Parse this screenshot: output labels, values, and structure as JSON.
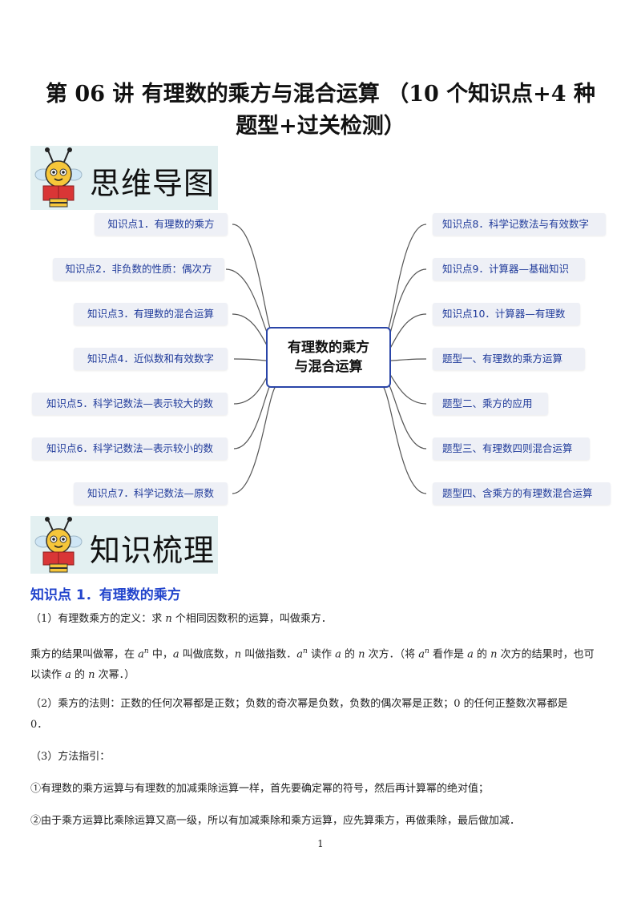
{
  "title": {
    "line1": "第 06 讲  有理数的乘方与混合运算  （10 个知识点+4 种",
    "line2": "题型+过关检测）"
  },
  "banners": {
    "mindmap": "思维导图",
    "knowledge": "知识梳理"
  },
  "mindmap": {
    "center_line1": "有理数的乘方",
    "center_line2": "与混合运算",
    "left": [
      "知识点1．有理数的乘方",
      "知识点2．非负数的性质：偶次方",
      "知识点3．有理数的混合运算",
      "知识点4．近似数和有效数字",
      "知识点5．科学记数法—表示较大的数",
      "知识点6．科学记数法—表示较小的数",
      "知识点7．科学记数法—原数"
    ],
    "right": [
      "知识点8．科学记数法与有效数字",
      "知识点9．计算器—基础知识",
      "知识点10．计算器—有理数",
      "题型一、有理数的乘方运算",
      "题型二、乘方的应用",
      "题型三、有理数四则混合运算",
      "题型四、含乘方的有理数混合运算"
    ]
  },
  "section": {
    "heading": "知识点 1．有理数的乘方",
    "p1_a": "（1）有理数乘方的定义：求 ",
    "p1_var": "n",
    "p1_b": " 个相同因数积的运算，叫做乘方．",
    "p2_a": "乘方的结果叫做幂，在 ",
    "p2_b": " 中，",
    "p2_c": " 叫做底数，",
    "p2_d": " 叫做指数．",
    "p2_e": " 读作 ",
    "p2_f": " 的 ",
    "p2_g": " 次方．（将 ",
    "p2_h": " 看作是 ",
    "p2_i": " 的 ",
    "p2_j": " 次方的结果时，也可",
    "p2_k": "以读作 ",
    "p2_l": " 的 ",
    "p2_m": " 次幂．）",
    "var_a": "a",
    "var_n": "n",
    "p3": "（2）乘方的法则：正数的任何次幂都是正数；负数的奇次幂是负数，负数的偶次幂是正数；0 的任何正整数次幂都是",
    "p3_cont": "0．",
    "p4": "（3）方法指引：",
    "p5": "①有理数的乘方运算与有理数的加减乘除运算一样，首先要确定幂的符号，然后再计算幂的绝对值；",
    "p6": "②由于乘方运算比乘除运算又高一级，所以有加减乘除和乘方运算，应先算乘方，再做乘除，最后做加减．"
  },
  "page_number": "1",
  "colors": {
    "accent": "#2244cc",
    "node_bg": "#eef0f6",
    "banner_bg": "#e3f0f1"
  }
}
